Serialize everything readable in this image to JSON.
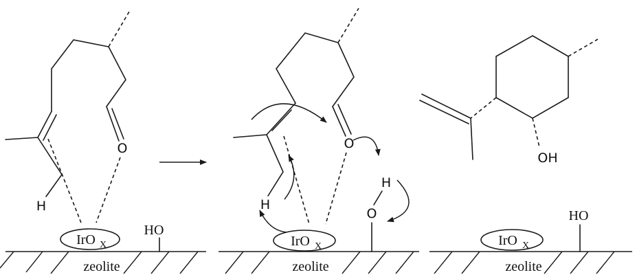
{
  "labels": {
    "oxygen": "O",
    "hydrogen": "H",
    "hydroxyl": "OH",
    "surface_hydroxyl": "HO",
    "catalyst_base": "IrO",
    "catalyst_subscript": "X",
    "support": "zeolite"
  }
}
